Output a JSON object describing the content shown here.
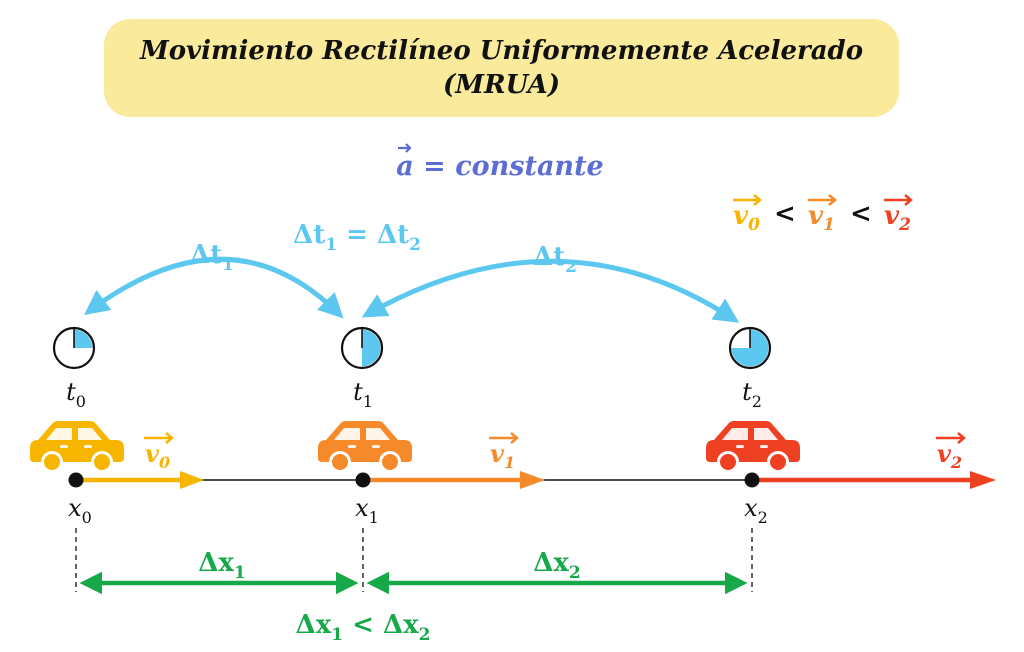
{
  "title": {
    "line1": "Movimiento Rectilíneo Uniformemente Acelerado",
    "line2": "(MRUA)"
  },
  "acceleration": {
    "symbol": "a",
    "rest": " = constante"
  },
  "colors": {
    "title_bg": "#faeb9c",
    "blue": "#5b6ed4",
    "cyan": "#5cc8f0",
    "yellow": "#f7b500",
    "orange": "#f68a2a",
    "red": "#ee4023",
    "green": "#17a84a",
    "black": "#111111"
  },
  "velocity_compare": {
    "sep": "<",
    "labels": [
      "v0",
      "v1",
      "v2"
    ]
  },
  "time_arcs": {
    "left": {
      "main": "Δt",
      "sub": "1"
    },
    "right": {
      "main": "Δt",
      "sub": "2"
    },
    "equality": {
      "a": "Δt",
      "a_sub": "1",
      "op": " = ",
      "b": "Δt",
      "b_sub": "2"
    }
  },
  "positions": [
    {
      "t_main": "t",
      "t_sub": "0",
      "x_main": "x",
      "x_sub": "0",
      "v_main": "v",
      "v_sub": "0",
      "clock_fill": 0.25,
      "car_color": "yellow",
      "car_icon": "car-icon"
    },
    {
      "t_main": "t",
      "t_sub": "1",
      "x_main": "x",
      "x_sub": "1",
      "v_main": "v",
      "v_sub": "1",
      "clock_fill": 0.5,
      "car_color": "orange",
      "car_icon": "car-icon"
    },
    {
      "t_main": "t",
      "t_sub": "2",
      "x_main": "x",
      "x_sub": "2",
      "v_main": "v",
      "v_sub": "2",
      "clock_fill": 0.75,
      "car_color": "red",
      "car_icon": "car-icon"
    }
  ],
  "displacements": {
    "left": {
      "main": "Δx",
      "sub": "1"
    },
    "right": {
      "main": "Δx",
      "sub": "2"
    },
    "inequality": {
      "a": "Δx",
      "a_sub": "1",
      "op": " < ",
      "b": "Δx",
      "b_sub": "2"
    }
  }
}
